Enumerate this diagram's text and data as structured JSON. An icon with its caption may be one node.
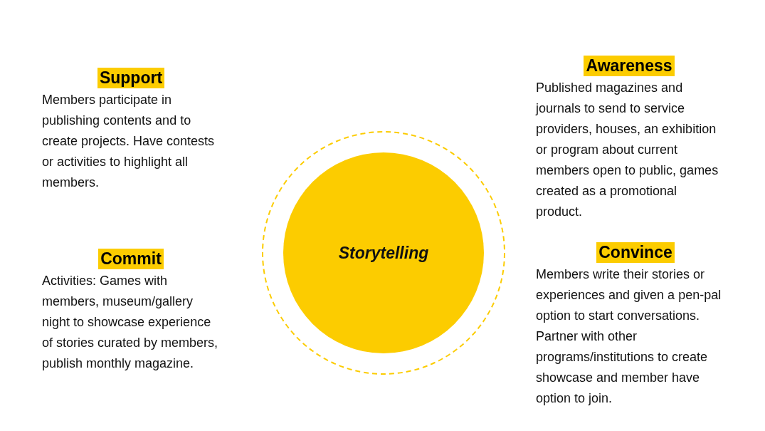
{
  "diagram": {
    "nodes": [
      {
        "text": [
          "Support",
          "Members participate in publishing contents and to create projects. Have contests or activities to highlight all members."
        ]
      },
      {
        "text": [
          "Awareness",
          "Published magazines and journals to send to service providers, houses, an exhibition or program about current members open to public, games created as a promotional product."
        ]
      },
      {
        "text": [
          "Storytelling"
        ]
      },
      {
        "text": [
          "Commit",
          "Activities: Games with members, museum/gallery night to showcase experience of stories curated by members, publish monthly magazine."
        ]
      },
      {
        "text": [
          "Convince",
          "Members write their stories or experiences and given a pen-pal option to start conversations. Partner with other programs/institutions  to create showcase and member have option to join."
        ]
      }
    ]
  }
}
